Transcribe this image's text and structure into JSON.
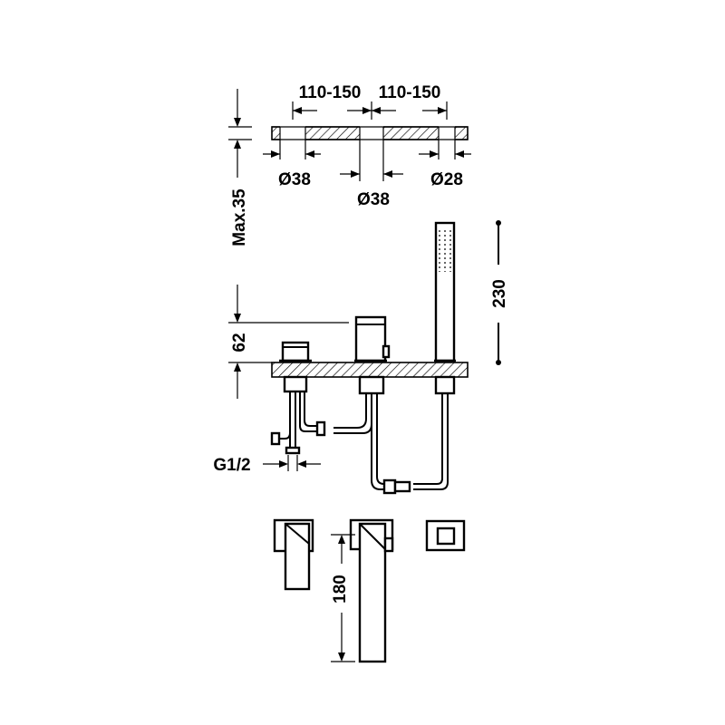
{
  "drawing": {
    "line_color": "#000000",
    "background": "#ffffff",
    "dimensions": {
      "spacing_left": "110-150",
      "spacing_right": "110-150",
      "hole_left": "Ø38",
      "hole_middle": "Ø38",
      "hole_right": "Ø28",
      "deck_thickness": "Max.35",
      "handshower_height": "230",
      "mixer_height": "62",
      "connection": "G1/2",
      "spout_length": "180"
    }
  }
}
